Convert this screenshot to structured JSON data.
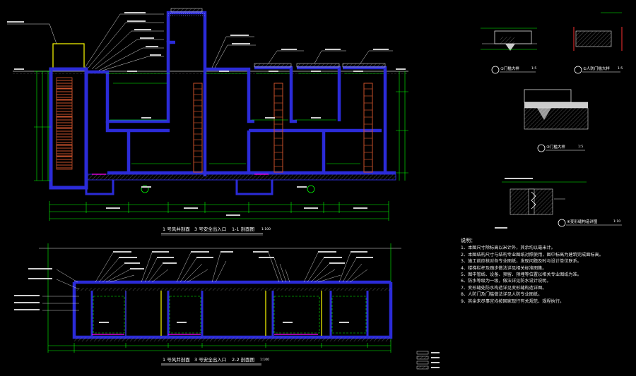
{
  "section_1": {
    "caption_left": "1 号风井剖面",
    "caption_mid": "3 号安全出入口",
    "caption_right": "1-1 剖面图",
    "scale": "1:100"
  },
  "section_2": {
    "caption_left": "1 号风井剖面",
    "caption_mid": "3 号安全出入口",
    "caption_right": "2-2 剖面图",
    "scale": "1:100"
  },
  "details": [
    {
      "id": "1",
      "title": "①门槛大样",
      "scale": "1:5"
    },
    {
      "id": "2",
      "title": "②人防门槛大样",
      "scale": "1:5"
    },
    {
      "id": "3",
      "title": "③门槛大样",
      "scale": "1:5"
    },
    {
      "id": "4",
      "title": "④变形缝构造详图",
      "scale": "1:10"
    }
  ],
  "notes": {
    "title": "说明：",
    "items": [
      "1、本图尺寸除标高以米计外，其余均以毫米计。",
      "2、本图结构尺寸与结构专业图纸对照使用，图中标高为建筑完成面标高。",
      "3、施工前应核对各专业图纸，发现问题及时与设计单位联系。",
      "4、楼梯栏杆及踏步做法详见相关标准图集。",
      "5、图中管线、设备、预留、预埋等位置以相关专业图纸为准。",
      "6、防水等级为一级，做法详见防水设计说明。",
      "7、变形缝处防水构造详见变形缝构造详图。",
      "8、人防门及门槛做法详见人防专业图纸。",
      "9、其余未尽事宜均按国家现行有关规范、规程执行。"
    ]
  },
  "colors": {
    "background": "#000000",
    "wall_outline": "#2b2bd8",
    "dimension": "#00ff00",
    "leader": "#ffffff",
    "ladder": "#c8502a",
    "hatch": "#8c8c8c",
    "fill": "#b8b8b8",
    "accent": "#ffff00",
    "highlight": "#ff00ff"
  }
}
